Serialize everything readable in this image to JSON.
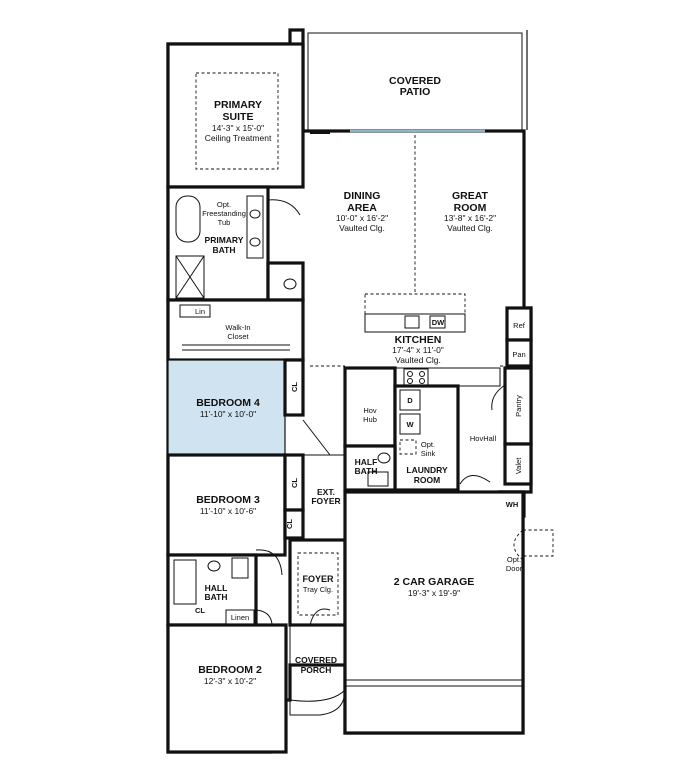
{
  "colors": {
    "highlight": "#cfe3f0",
    "wall": "#111111",
    "background": "#ffffff"
  },
  "rooms": {
    "covered_patio": {
      "line1": "COVERED",
      "line2": "PATIO"
    },
    "primary_suite": {
      "line1": "PRIMARY",
      "line2": "SUITE",
      "dim": "14'-3\" x 15'-0\"",
      "note": "Ceiling Treatment"
    },
    "primary_bath": {
      "opt1": "Opt.",
      "opt2": "Freestanding",
      "opt3": "Tub",
      "line1": "PRIMARY",
      "line2": "BATH"
    },
    "linen_primary": "Lin",
    "walk_in_closet": {
      "line1": "Walk-In",
      "line2": "Closet"
    },
    "dining": {
      "line1": "DINING",
      "line2": "AREA",
      "dim": "10'-0\" x 16'-2\"",
      "note": "Vaulted Clg."
    },
    "great_room": {
      "line1": "GREAT",
      "line2": "ROOM",
      "dim": "13'-8\" x 16'-2\"",
      "note": "Vaulted Clg."
    },
    "kitchen": {
      "name": "KITCHEN",
      "dim": "17'-4\" x 11'-0\"",
      "note": "Vaulted Clg.",
      "dw": "DW"
    },
    "ref": "Ref",
    "pan": "Pan",
    "pantry": "Pantry",
    "valet": "Valet",
    "bedroom4": {
      "name": "BEDROOM 4",
      "dim": "11'-10\" x 10'-0\""
    },
    "hov_hub": {
      "line1": "Hov",
      "line2": "Hub"
    },
    "washer_dryer": {
      "d": "D",
      "w": "W"
    },
    "opt_sink": {
      "line1": "Opt.",
      "line2": "Sink"
    },
    "hov_hall": "HovHall",
    "half_bath": {
      "line1": "HALF",
      "line2": "BATH"
    },
    "laundry": {
      "line1": "LAUNDRY",
      "line2": "ROOM"
    },
    "ext_foyer": {
      "line1": "EXT.",
      "line2": "FOYER"
    },
    "wh": "WH",
    "bedroom3": {
      "name": "BEDROOM 3",
      "dim": "11'-10\" x 10'-6\""
    },
    "closets": {
      "cl": "CL"
    },
    "hall_bath": {
      "line1": "HALL",
      "line2": "BATH",
      "linen": "Linen"
    },
    "foyer": {
      "name": "FOYER",
      "note": "Tray Clg."
    },
    "garage": {
      "name": "2 CAR GARAGE",
      "dim": "19'-3\" x 19'-9\"",
      "opt1": "Opt.",
      "opt2": "Door"
    },
    "bedroom2": {
      "name": "BEDROOM 2",
      "dim": "12'-3\" x 10'-2\""
    },
    "covered_porch": {
      "line1": "COVERED",
      "line2": "PORCH"
    }
  }
}
